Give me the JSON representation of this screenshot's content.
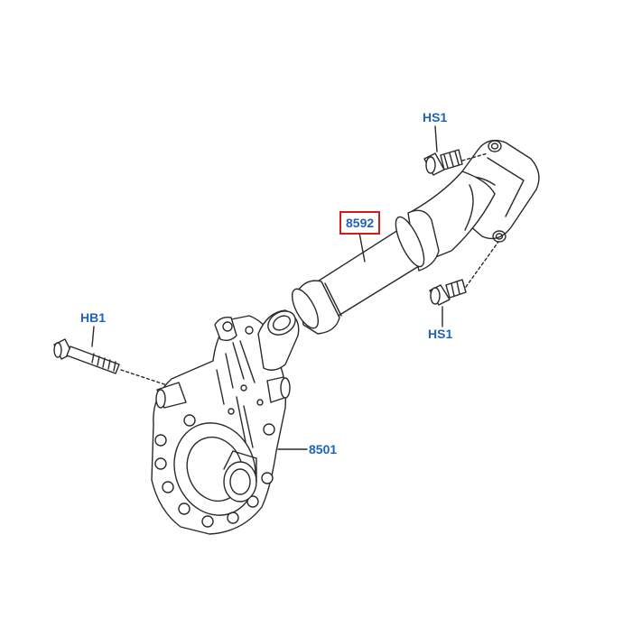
{
  "callouts": {
    "hs1_top": "HS1",
    "hs1_bottom": "HS1",
    "hb1": "HB1",
    "part_8592": "8592",
    "part_8501": "8501"
  },
  "colors": {
    "callout_text": "#1f63b8",
    "highlight_box": "#d11a1a",
    "line_art": "#2a2a2a"
  }
}
